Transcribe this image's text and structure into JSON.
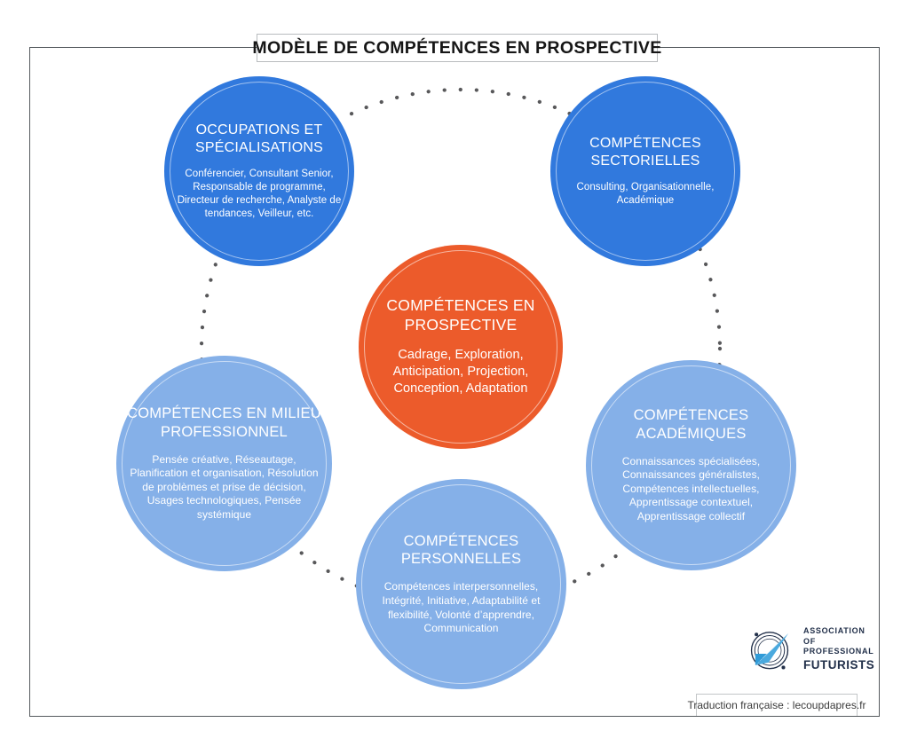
{
  "title": "MODÈLE DE COMPÉTENCES EN PROSPECTIVE",
  "colors": {
    "center": "#EC5B2B",
    "strong_blue": "#3179DD",
    "light_blue": "#85B0E8",
    "frame_border": "#555a5e",
    "title_text": "#161616",
    "logo_navy": "#22304a",
    "dots": "#58585a"
  },
  "center": {
    "title": "COMPÉTENCES EN PROSPECTIVE",
    "description": "Cadrage, Exploration, Anticipation, Projection, Conception, Adaptation"
  },
  "nodes": [
    {
      "id": "occupations",
      "title": "OCCUPATIONS ET SPÉCIALISATIONS",
      "description": "Conférencier, Consultant Senior, Responsable de programme, Directeur de recherche, Analyste de tendances, Veilleur, etc."
    },
    {
      "id": "sectorielles",
      "title": "COMPÉTENCES SECTORIELLES",
      "description": "Consulting, Organisationnelle, Académique"
    },
    {
      "id": "academiques",
      "title": "COMPÉTENCES ACADÉMIQUES",
      "description": "Connaissances spécialisées, Connaissances généralistes, Compétences intellectuelles, Apprentissage contextuel, Apprentissage collectif"
    },
    {
      "id": "personnelles",
      "title": "COMPÉTENCES PERSONNELLES",
      "description": "Compétences interpersonnelles, Intégrité, Initiative, Adaptabilité et flexibilité, Volonté d’apprendre, Communication"
    },
    {
      "id": "milieu",
      "title": "COMPÉTENCES EN MILIEU PROFESSIONNEL",
      "description": "Pensée créative, Réseautage, Planification et organisation, Résolution de problèmes et prise de décision, Usages technologiques, Pensée systémique"
    }
  ],
  "logo": {
    "line1": "ASSOCIATION OF",
    "line2": "PROFESSIONAL",
    "line3": "FUTURISTS"
  },
  "attribution": "Traduction française : lecoupdapres.fr"
}
